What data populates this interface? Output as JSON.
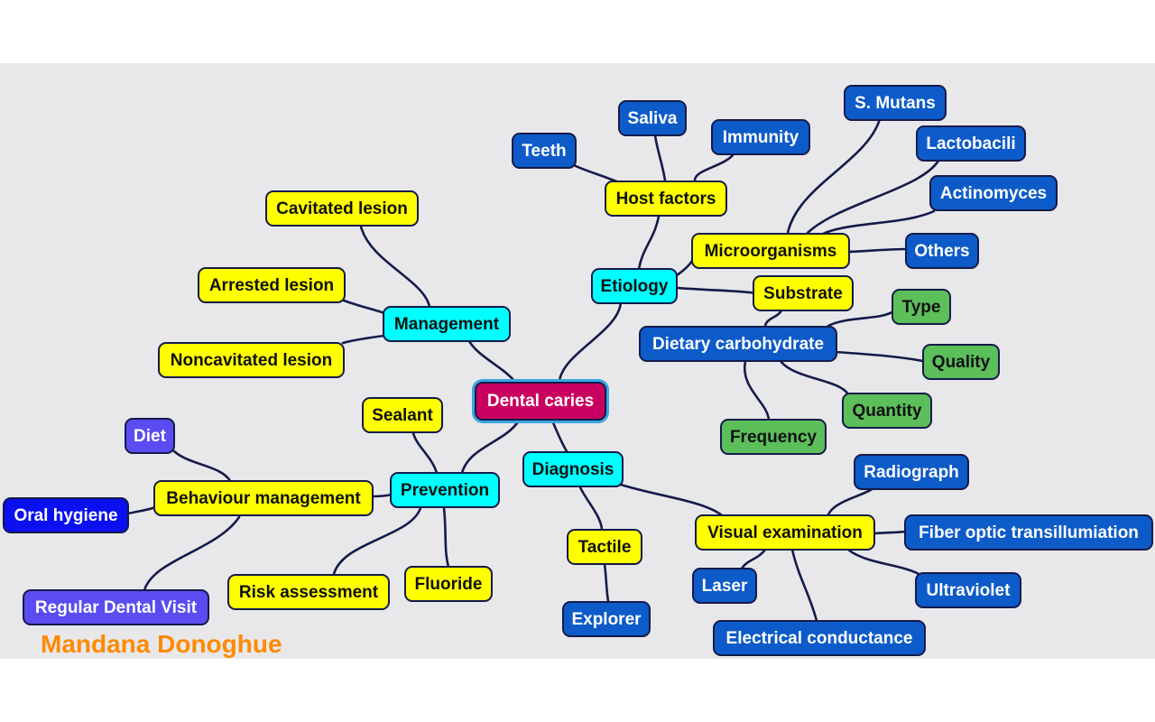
{
  "diagram": {
    "root": "Dental caries",
    "author": "Mandana Donoghue",
    "colors": {
      "edge": "#141b4a",
      "yellow": "#ffff00",
      "cyan": "#00ffff",
      "blue": "#0d5bc8",
      "green": "#5cbf5a",
      "root": "#c8005f",
      "author": "#ff8a00"
    },
    "branches": {
      "etiology": {
        "label": "Etiology",
        "host_factors": {
          "label": "Host factors",
          "children": [
            "Teeth",
            "Saliva",
            "Immunity"
          ]
        },
        "microorganisms": {
          "label": "Microorganisms",
          "children": [
            "S. Mutans",
            "Lactobacili",
            "Actinomyces",
            "Others"
          ]
        },
        "substrate": {
          "label": "Substrate",
          "dietary_carbohydrate": {
            "label": "Dietary carbohydrate",
            "children": [
              "Type",
              "Quality",
              "Quantity",
              "Frequency"
            ]
          }
        }
      },
      "management": {
        "label": "Management",
        "children": [
          "Cavitated lesion",
          "Arrested lesion",
          "Noncavitated lesion"
        ]
      },
      "prevention": {
        "label": "Prevention",
        "sealant": "Sealant",
        "risk_assessment": "Risk assessment",
        "fluoride": "Fluoride",
        "behaviour_management": {
          "label": "Behaviour management",
          "children": [
            "Diet",
            "Oral hygiene",
            "Regular Dental Visit"
          ]
        }
      },
      "diagnosis": {
        "label": "Diagnosis",
        "tactile": {
          "label": "Tactile",
          "children": [
            "Explorer"
          ]
        },
        "visual_examination": {
          "label": "Visual examination",
          "children": [
            "Radiograph",
            "Fiber optic transillumiation",
            "Laser",
            "Ultraviolet",
            "Electrical conductance"
          ]
        }
      }
    }
  }
}
